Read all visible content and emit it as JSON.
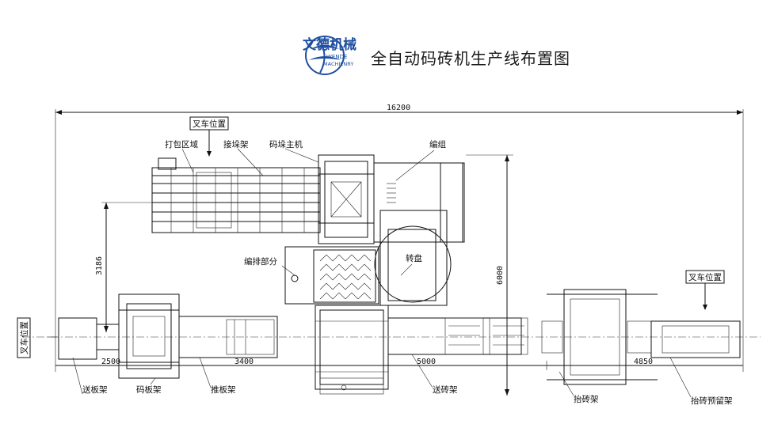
{
  "header": {
    "logo": {
      "brand_cn": "文德机械",
      "brand_en_1": "WENDE",
      "brand_en_2": "MACHIENRY",
      "icon": "globe-logo-icon",
      "color": "#1f4fa0"
    },
    "title": "全自动码砖机生产线布置图"
  },
  "labels": {
    "forklift_top": "叉车位置",
    "packing_area": "打包区域",
    "stacking_frame": "接垛架",
    "stacker_main": "码垛主机",
    "grouping": "编组",
    "sorting_part": "编排部分",
    "turntable": "转盘",
    "forklift_right": "叉车位置",
    "forklift_left": "叉车位置",
    "board_feeder": "送板架",
    "board_stacker": "码板架",
    "board_pusher": "推板架",
    "brick_conveyor": "送砖架",
    "brick_lifter": "抬砖架",
    "brick_lift_reserve": "抬砖预留架"
  },
  "dimensions": {
    "total_length": "16200",
    "height_left": "3186",
    "height_right": "6000",
    "seg_2500": "2500",
    "seg_3400": "3400",
    "seg_5000": "5000",
    "seg_4850": "4850"
  }
}
